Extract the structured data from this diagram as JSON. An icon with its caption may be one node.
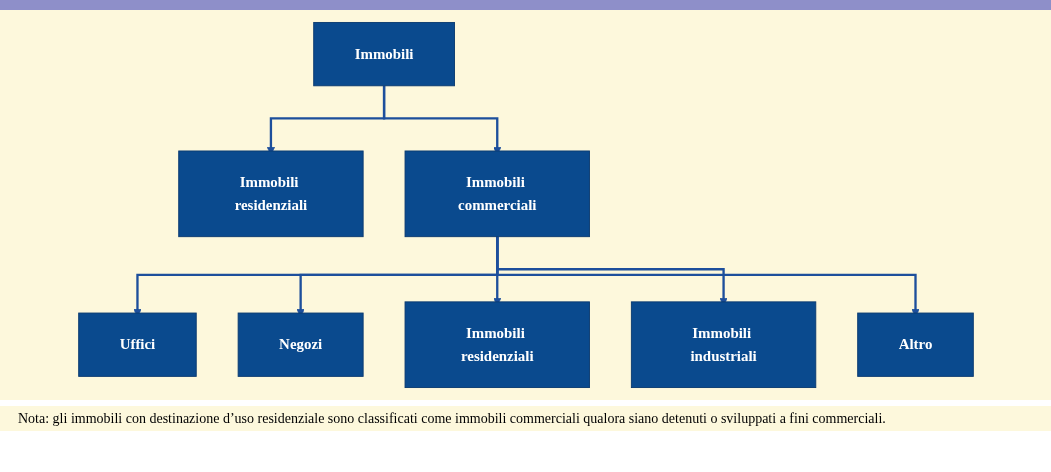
{
  "diagram": {
    "nodes": [
      {
        "text": [
          "Immobili"
        ]
      },
      {
        "text": [
          "Immobili residenziali"
        ]
      },
      {
        "text": [
          "Immobili commerciali"
        ]
      },
      {
        "text": [
          "Uffici"
        ]
      },
      {
        "text": [
          "Negozi"
        ]
      },
      {
        "text": [
          "Immobili residenziali"
        ]
      },
      {
        "text": [
          "Immobili industriali"
        ]
      },
      {
        "text": [
          "Altro"
        ]
      }
    ],
    "edges": [
      {
        "from": 0,
        "to": 1,
        "arrow": "to"
      },
      {
        "from": 0,
        "to": 2,
        "arrow": "to"
      },
      {
        "from": 2,
        "to": 3,
        "arrow": "to"
      },
      {
        "from": 2,
        "to": 4,
        "arrow": "to"
      },
      {
        "from": 2,
        "to": 5,
        "arrow": "to"
      },
      {
        "from": 2,
        "to": 6,
        "arrow": "to"
      },
      {
        "from": 2,
        "to": 7,
        "arrow": "to"
      }
    ],
    "labels": [
      "Nota: gli immobili con destinazione d’uso residenziale sono classificati come immobili commerciali qualora siano detenuti o sviluppati a fini commerciali."
    ]
  }
}
